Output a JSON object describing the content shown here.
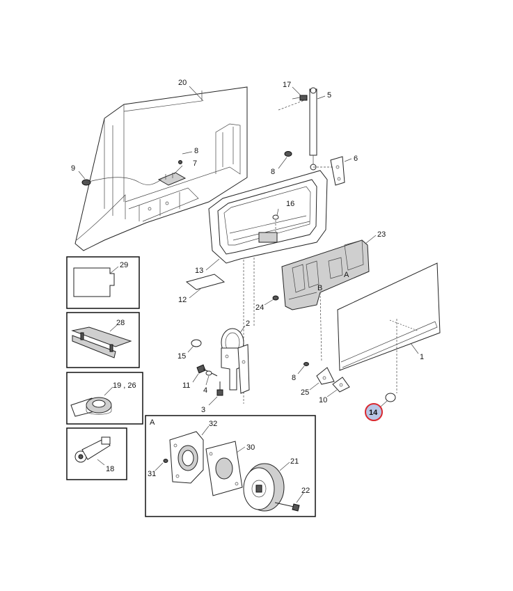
{
  "labels": {
    "p1": "1",
    "p2": "2",
    "p3": "3",
    "p4": "4",
    "p5": "5",
    "p6": "6",
    "p7": "7",
    "p8a": "8",
    "p8b": "8",
    "p8c": "8",
    "p9": "9",
    "p10": "10",
    "p11": "11",
    "p12": "12",
    "p13": "13",
    "p14": "14",
    "p15": "15",
    "p16": "16",
    "p17": "17",
    "p18": "18",
    "p19_26": "19 , 26",
    "p20": "20",
    "p21": "21",
    "p22": "22",
    "p23": "23",
    "p24": "24",
    "p25": "25",
    "p28": "28",
    "p29": "29",
    "p30": "30",
    "p31": "31",
    "p32": "32",
    "detailA": "A",
    "markA": "A",
    "markB": "B"
  },
  "highlight": {
    "part": "14",
    "ring_color": "#d9282f",
    "fill_color": "#b8c6e6"
  }
}
